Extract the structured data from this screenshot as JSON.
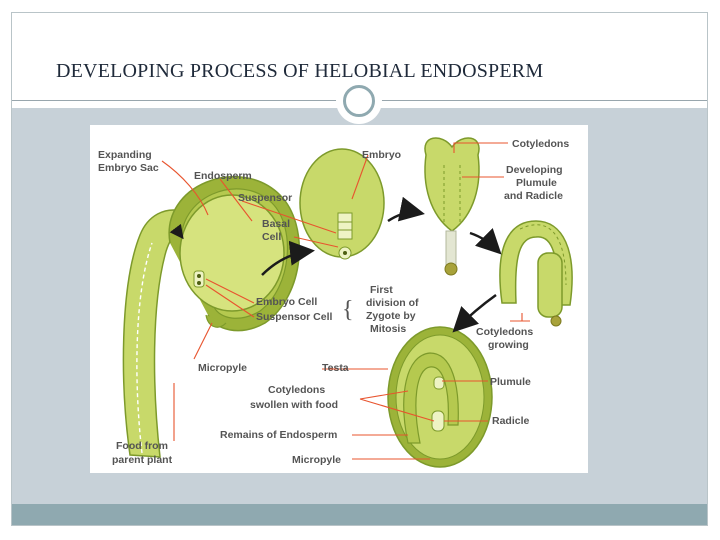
{
  "slide": {
    "title": "DEVELOPING PROCESS OF HELOBIAL ENDOSPERM"
  },
  "colors": {
    "tissue": "#c8d96a",
    "tissue_dark": "#9cb339",
    "outline": "#7d9a2b",
    "label_line": "#e8542e",
    "arrow": "#1b1b1b",
    "band": "#c7d1d8",
    "footer": "#8fa9b0"
  },
  "diagram": {
    "labels": {
      "expanding_embryo_sac_1": "Expanding",
      "expanding_embryo_sac_2": "Embryo Sac",
      "endosperm": "Endosperm",
      "embryo": "Embryo",
      "suspensor": "Suspensor",
      "basal_cell_1": "Basal",
      "basal_cell_2": "Cell",
      "cotyledons": "Cotyledons",
      "developing_1": "Developing",
      "developing_2": "Plumule",
      "developing_3": "and Radicle",
      "embryo_cell": "Embryo Cell",
      "suspensor_cell": "Suspensor Cell",
      "first_division_1": "First",
      "first_division_2": "division of",
      "first_division_3": "Zygote by",
      "first_division_4": "Mitosis",
      "cotyledons_growing_1": "Cotyledons",
      "cotyledons_growing_2": "growing",
      "micropyle_top": "Micropyle",
      "testa": "Testa",
      "plumule": "Plumule",
      "cotyledons_swollen_1": "Cotyledons",
      "cotyledons_swollen_2": "swollen with food",
      "radicle": "Radicle",
      "remains_of_endosperm": "Remains of Endosperm",
      "food_from_1": "Food from",
      "food_from_2": "parent plant",
      "micropyle_bottom": "Micropyle"
    }
  }
}
